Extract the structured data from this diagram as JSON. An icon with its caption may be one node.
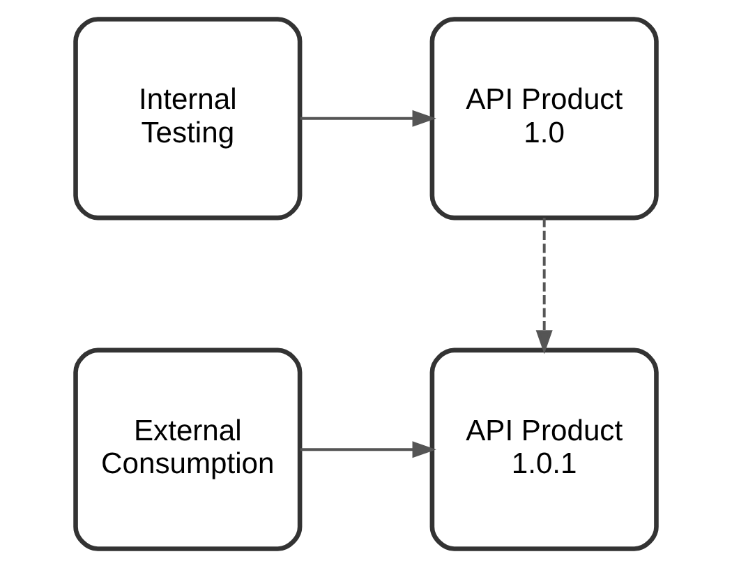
{
  "diagram": {
    "nodes": [
      {
        "text": [
          "Internal Testing"
        ]
      },
      {
        "text": [
          "API Product 1.0"
        ]
      },
      {
        "text": [
          "External Consumption"
        ]
      },
      {
        "text": [
          "API Product 1.0.1"
        ]
      }
    ],
    "edges": [
      {
        "from": 0,
        "to": 1,
        "arrow": "to"
      },
      {
        "from": 1,
        "to": 3,
        "arrow": "to",
        "style": "dashed"
      },
      {
        "from": 2,
        "to": 3,
        "arrow": "to"
      }
    ]
  }
}
